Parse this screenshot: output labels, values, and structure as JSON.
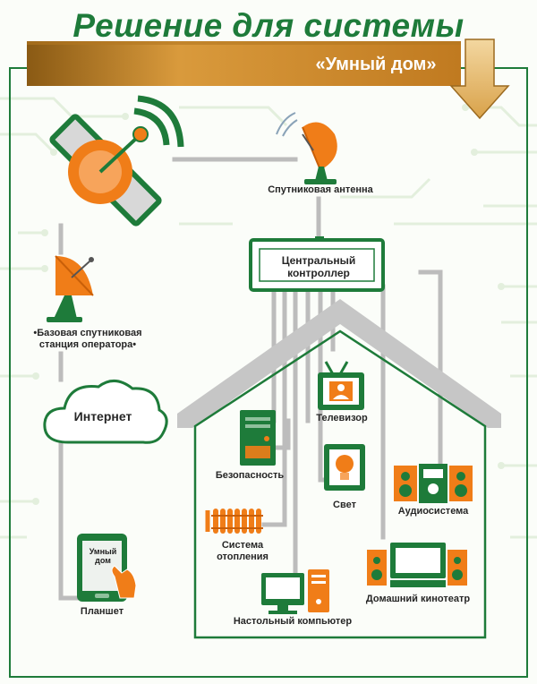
{
  "header": {
    "title": "Решение для системы",
    "subtitle": "«Умный дом»"
  },
  "nodes": {
    "satellite_antenna": "Спутниковая антенна",
    "controller": "Центральный контроллер",
    "base_station": "•Базовая спутниковая станция оператора•",
    "internet": "Интернет",
    "tablet_screen": "Умный дом",
    "tablet": "Планшет",
    "tv": "Телевизор",
    "security": "Безопасность",
    "light": "Свет",
    "audio": "Аудиосистема",
    "heating": "Система отопления",
    "home_theater": "Домашний кинотеатр",
    "desktop": "Настольный компьютер"
  },
  "colors": {
    "green": "#1e7b3a",
    "orange": "#f07d18",
    "gray": "#bcbcbc",
    "banner": "#c8862a"
  }
}
